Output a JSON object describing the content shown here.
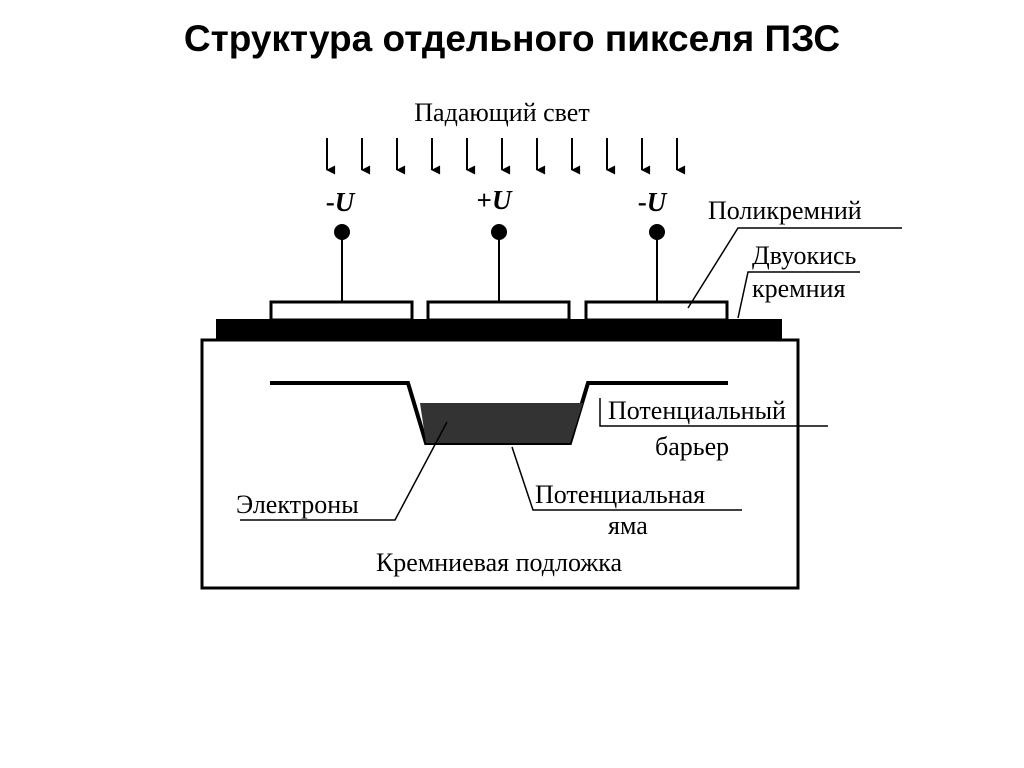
{
  "title": "Структура отдельного пикселя ПЗС",
  "labels": {
    "incident_light": "Падающий свет",
    "polysilicon": "Поликремний",
    "oxide_line1": "Двуокись",
    "oxide_line2": "кремния",
    "barrier_line1": "Потенциальный",
    "barrier_line2": "барьер",
    "electrons": "Электроны",
    "well_line1": "Потенциальная",
    "well_line2": "яма",
    "substrate": "Кремниевая подложка"
  },
  "electrodes": [
    {
      "sign": "-",
      "symbol": "U"
    },
    {
      "sign": "+",
      "symbol": "U"
    },
    {
      "sign": "-",
      "symbol": "U"
    }
  ],
  "colors": {
    "ink": "#000000",
    "well_fill": "#333333",
    "background": "#ffffff"
  }
}
